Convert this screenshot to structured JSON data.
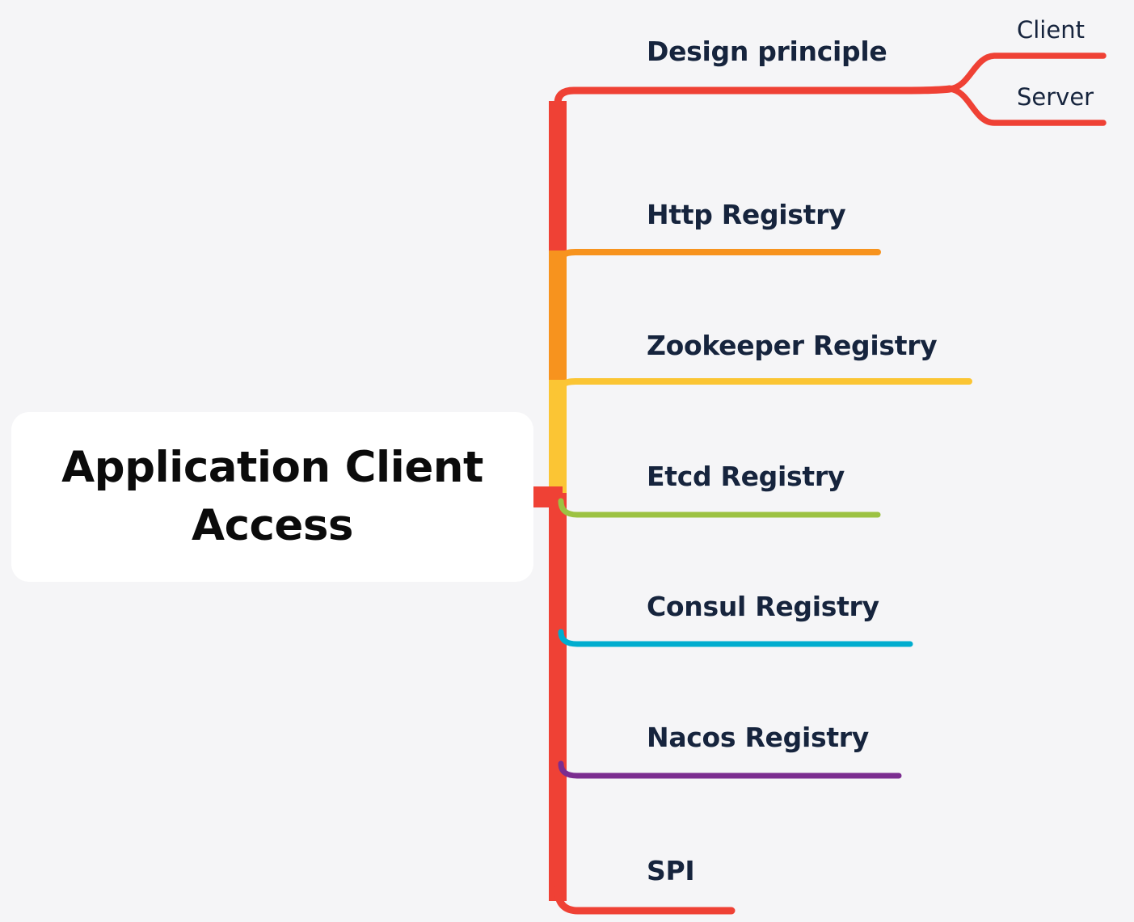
{
  "diagram": {
    "type": "mindmap",
    "background_color": "#f5f5f7",
    "text_color": "#16243d",
    "orientation": "left-root-right-branches"
  },
  "root": {
    "label": "Application Client Access",
    "card_background": "#ffffff",
    "text_color": "#0b0b0b"
  },
  "branches": [
    {
      "label": "Design principle",
      "color": "#ef4135",
      "children": [
        {
          "label": "Client",
          "color": "#ef4135"
        },
        {
          "label": "Server",
          "color": "#ef4135"
        }
      ]
    },
    {
      "label": "Http Registry",
      "color": "#f7931e",
      "children": []
    },
    {
      "label": "Zookeeper Registry",
      "color": "#fbc534",
      "children": []
    },
    {
      "label": "Etcd Registry",
      "color": "#9cc242",
      "children": []
    },
    {
      "label": "Consul Registry",
      "color": "#00adcf",
      "children": []
    },
    {
      "label": "Nacos Registry",
      "color": "#7b2d90",
      "children": []
    },
    {
      "label": "SPI",
      "color": "#ef4135",
      "children": []
    }
  ]
}
